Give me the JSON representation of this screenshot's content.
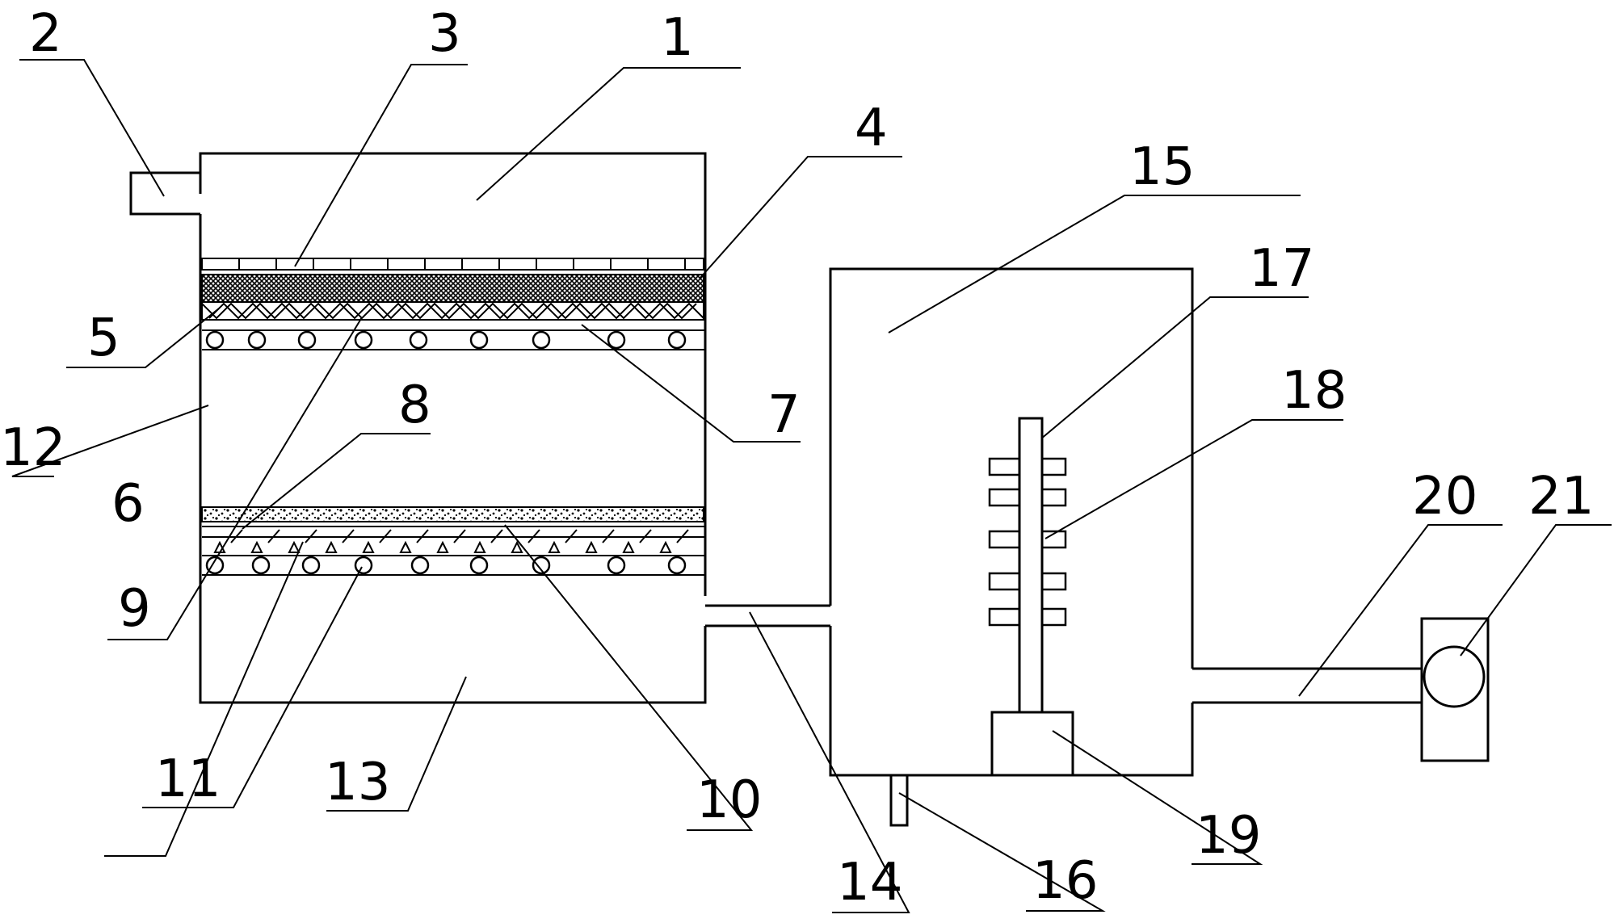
{
  "labels": {
    "n1": "1",
    "n2": "2",
    "n3": "3",
    "n4": "4",
    "n5": "5",
    "n6": "6",
    "n7": "7",
    "n8": "8",
    "n9": "9",
    "n10": "10",
    "n11": "11",
    "n12": "12",
    "n13": "13",
    "n14": "14",
    "n15": "15",
    "n16": "16",
    "n17": "17",
    "n18": "18",
    "n19": "19",
    "n20": "20",
    "n21": "21"
  }
}
